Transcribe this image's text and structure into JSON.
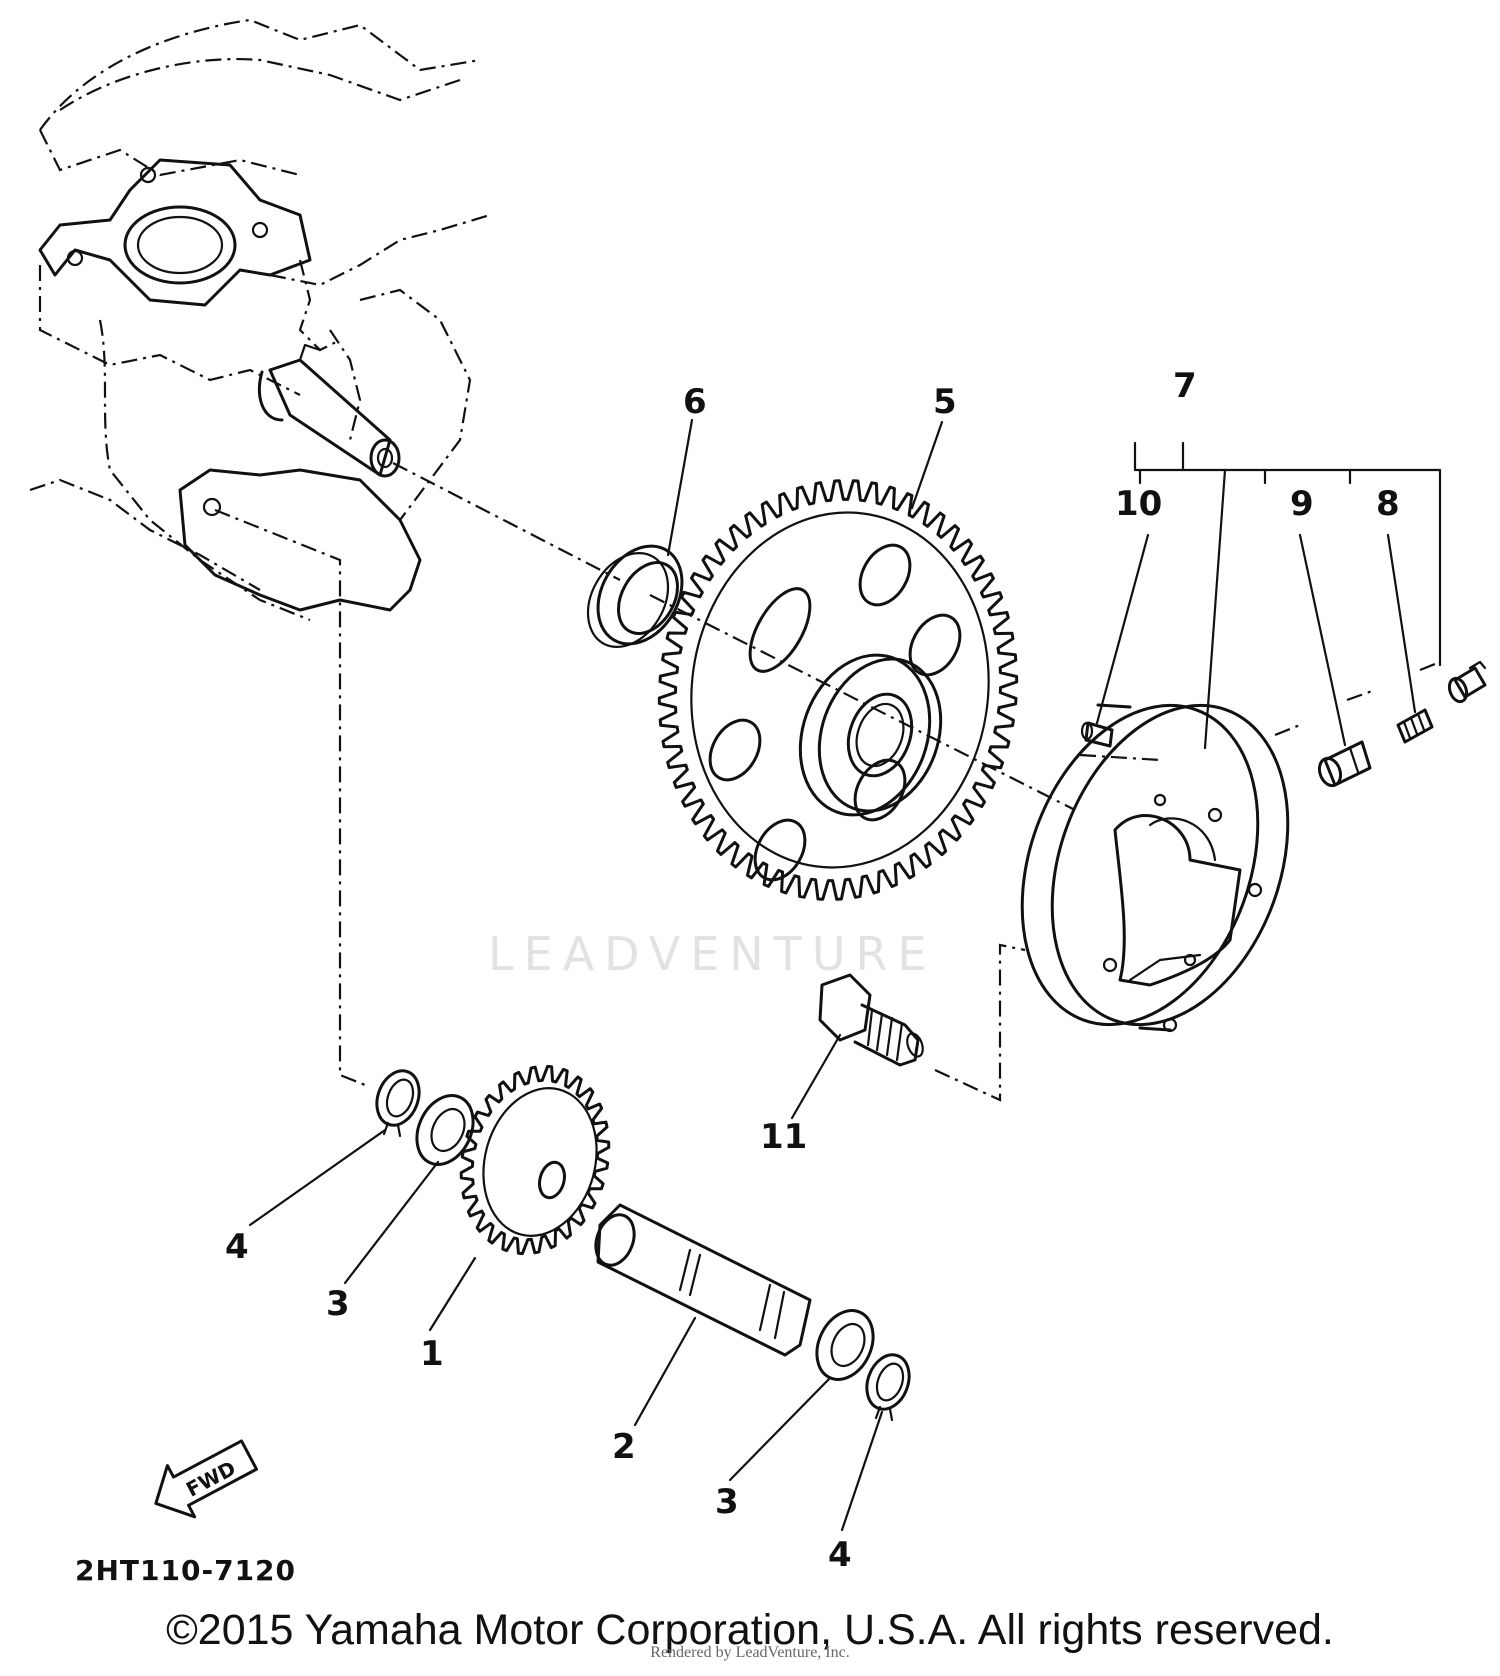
{
  "diagram": {
    "drawing_code": "2HT110-7120",
    "fwd_label": "FWD",
    "watermark": "LEADVENTURE",
    "copyright": "©2015 Yamaha Motor Corporation, U.S.A. All rights reserved.",
    "rendered_by": "Rendered by LeadVenture, Inc."
  },
  "callouts": [
    "1",
    "2",
    "3",
    "4",
    "5",
    "6",
    "7",
    "8",
    "9",
    "10",
    "11",
    "3",
    "4"
  ]
}
